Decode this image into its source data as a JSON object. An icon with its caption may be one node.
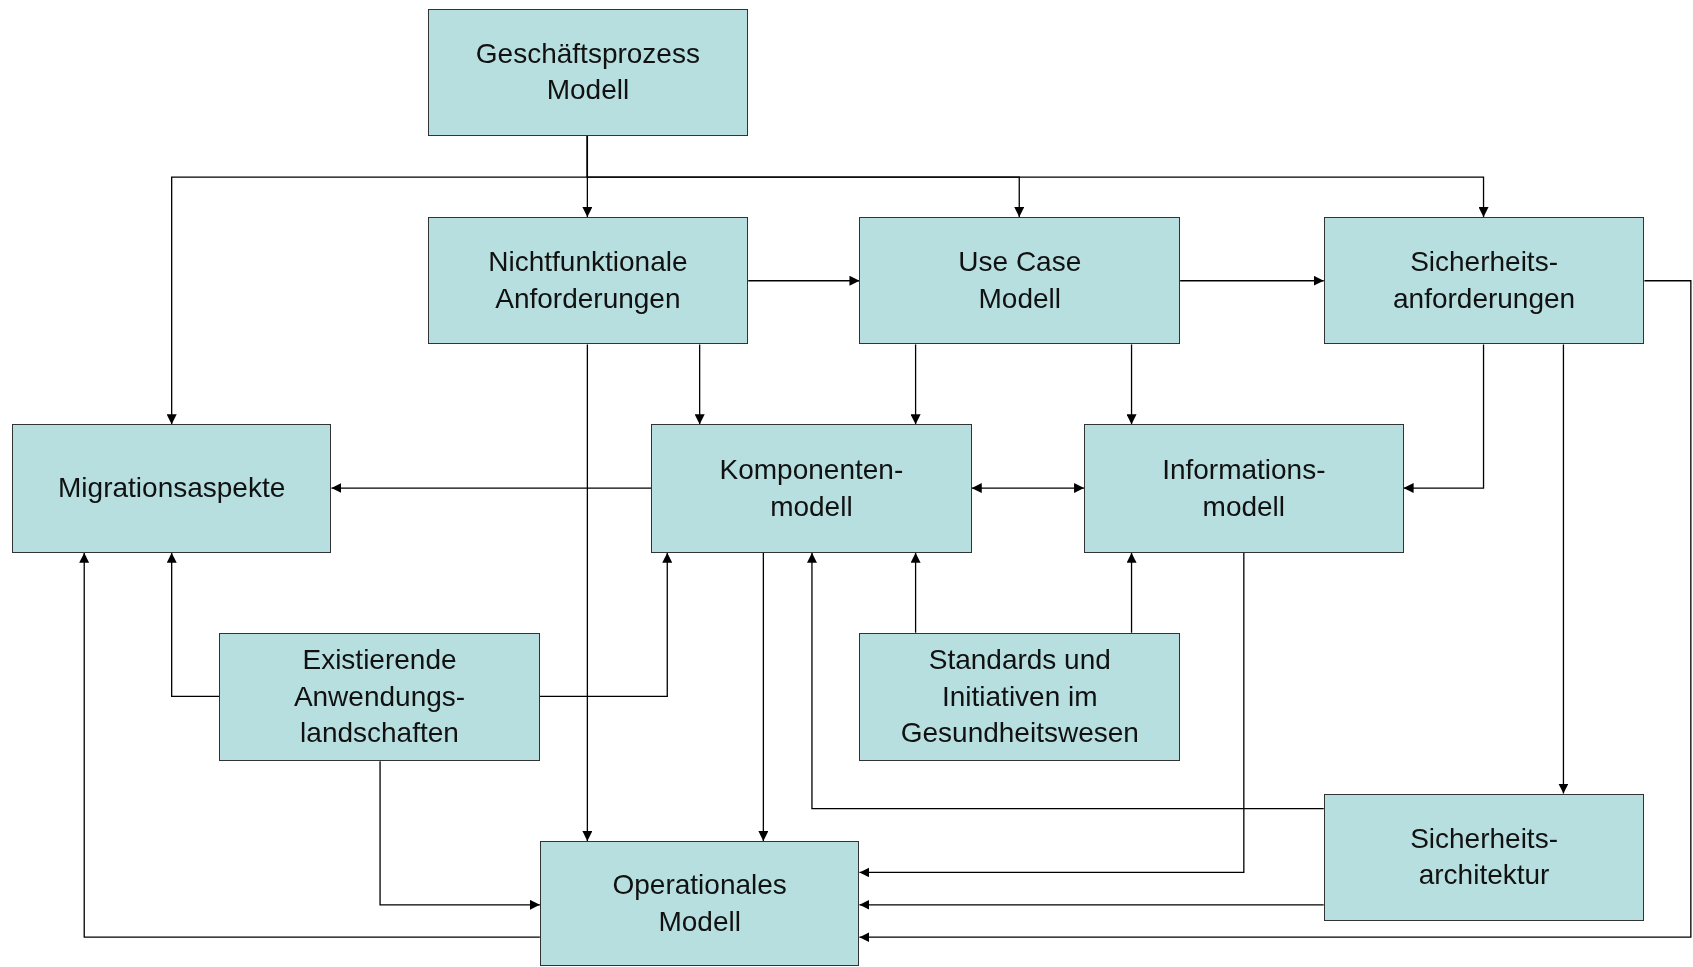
{
  "diagram": {
    "nodes": [
      {
        "text": [
          "Geschäftsprozess Modell"
        ]
      },
      {
        "text": [
          "Nichtfunktionale Anforderungen"
        ]
      },
      {
        "text": [
          "Use Case Modell"
        ]
      },
      {
        "text": [
          "Sicherheits- anforderungen"
        ]
      },
      {
        "text": [
          "Migrationsaspekte"
        ]
      },
      {
        "text": [
          "Komponenten- modell"
        ]
      },
      {
        "text": [
          "Informations- modell"
        ]
      },
      {
        "text": [
          "Existierende Anwendungs- landschaften"
        ]
      },
      {
        "text": [
          "Standards und Initiativen im Gesundheitswesen"
        ]
      },
      {
        "text": [
          "Sicherheits- architektur"
        ]
      },
      {
        "text": [
          "Operationales Modell"
        ]
      }
    ],
    "edges": [
      {
        "from": 0,
        "to": 1,
        "arrow": "to"
      },
      {
        "from": 0,
        "to": 2,
        "arrow": "to"
      },
      {
        "from": 0,
        "to": 3,
        "arrow": "to"
      },
      {
        "from": 0,
        "to": 4,
        "arrow": "to"
      },
      {
        "from": 1,
        "to": 2,
        "arrow": "to"
      },
      {
        "from": 2,
        "to": 3,
        "arrow": "to"
      },
      {
        "from": 1,
        "to": 5,
        "arrow": "to"
      },
      {
        "from": 1,
        "to": 10,
        "arrow": "to"
      },
      {
        "from": 2,
        "to": 5,
        "arrow": "to"
      },
      {
        "from": 2,
        "to": 6,
        "arrow": "to"
      },
      {
        "from": 3,
        "to": 6,
        "arrow": "to"
      },
      {
        "from": 3,
        "to": 9,
        "arrow": "to"
      },
      {
        "from": 3,
        "to": 10,
        "arrow": "to"
      },
      {
        "from": 5,
        "to": 4,
        "arrow": "to"
      },
      {
        "from": 5,
        "to": 6,
        "arrow": "both"
      },
      {
        "from": 5,
        "to": 10,
        "arrow": "to"
      },
      {
        "from": 6,
        "to": 10,
        "arrow": "to"
      },
      {
        "from": 7,
        "to": 4,
        "arrow": "to"
      },
      {
        "from": 7,
        "to": 5,
        "arrow": "to"
      },
      {
        "from": 7,
        "to": 10,
        "arrow": "to"
      },
      {
        "from": 8,
        "to": 5,
        "arrow": "to"
      },
      {
        "from": 8,
        "to": 6,
        "arrow": "to"
      },
      {
        "from": 9,
        "to": 5,
        "arrow": "to"
      },
      {
        "from": 9,
        "to": 10,
        "arrow": "to"
      },
      {
        "from": 10,
        "to": 4,
        "arrow": "to"
      }
    ]
  }
}
